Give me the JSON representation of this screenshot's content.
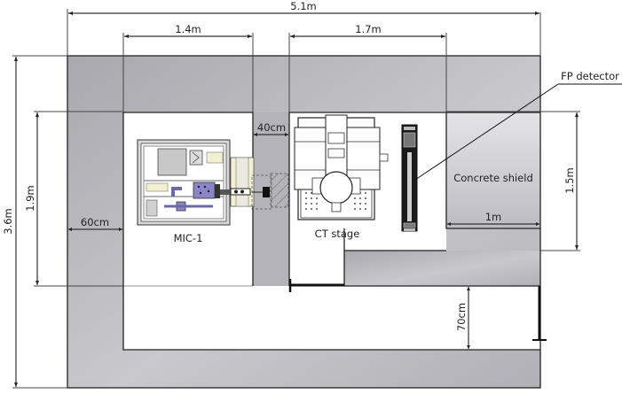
{
  "diagram": {
    "type": "floor-plan",
    "labels": {
      "equipment_left": "MIC-1",
      "equipment_center": "CT stage",
      "detector": "FP detector",
      "shield": "Concrete shield"
    },
    "dimensions": {
      "total_width": "5.1m",
      "room_left_width": "1.4m",
      "room_right_width": "1.7m",
      "corridor_width": "40cm",
      "wall_thickness_left": "60cm",
      "total_height": "3.6m",
      "room_left_height": "1.9m",
      "shield_height": "1.5m",
      "shield_width": "1m",
      "passage_width": "70cm"
    },
    "colors": {
      "concrete": "#b3b2b8",
      "concrete_light": "#d8d7dc",
      "outline": "#222222",
      "equipment_accent": "#8a86c8",
      "equipment_cream": "#f2efd2"
    }
  }
}
